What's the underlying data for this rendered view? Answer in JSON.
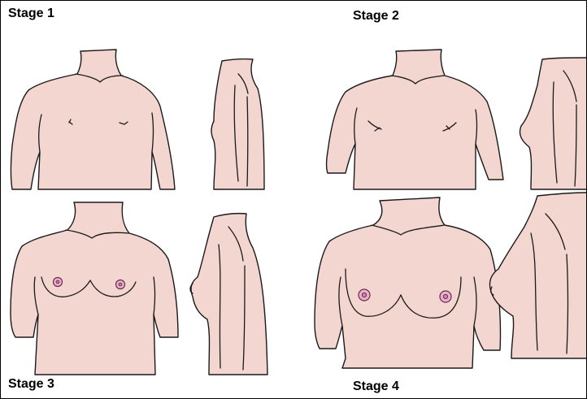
{
  "stages": [
    {
      "label": "Stage 1"
    },
    {
      "label": "Stage 2"
    },
    {
      "label": "Stage 3"
    },
    {
      "label": "Stage 4"
    }
  ],
  "colors": {
    "skin": "#f4d6d0",
    "outline": "#1a1a1a",
    "areola": "#e8b3c9",
    "background": "#ffffff"
  }
}
